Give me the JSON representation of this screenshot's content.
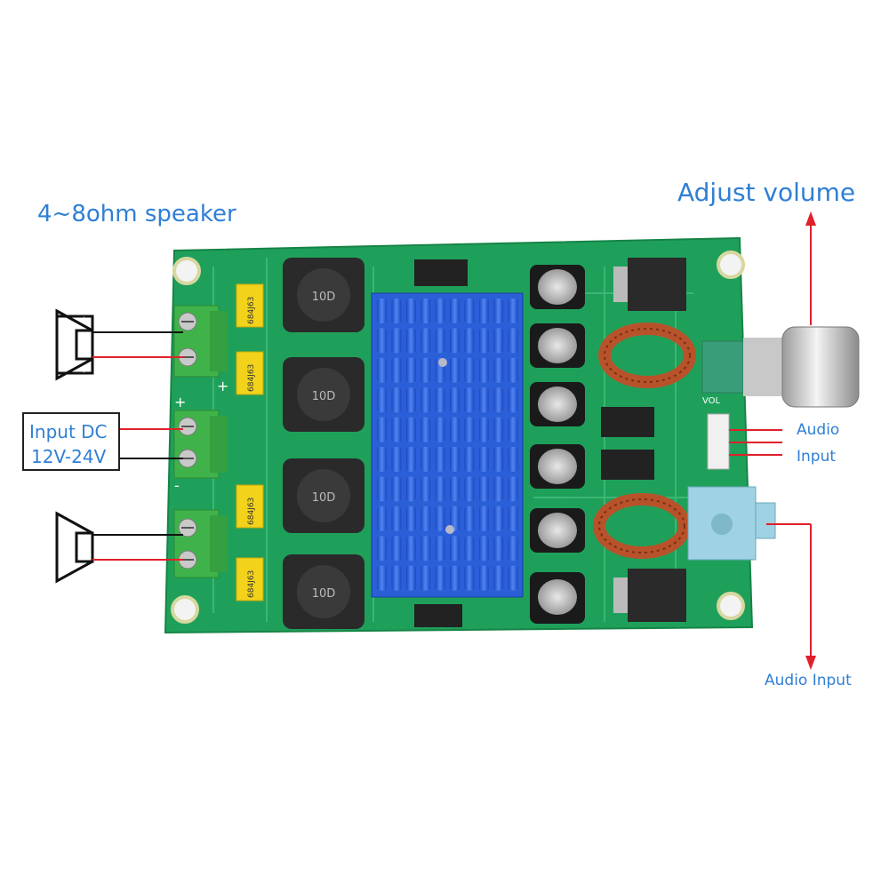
{
  "labels": {
    "speaker": "4~8ohm speaker",
    "volume": "Adjust volume",
    "audio_line1": "Audio",
    "audio_line2": "Input",
    "audio_input": "Audio Input",
    "dc_line1": "Input DC",
    "dc_line2": "12V-24V"
  },
  "board": {
    "inductor_text": "10D",
    "capacitor_text": "684J63",
    "connector_label": "VOL",
    "plus_sign": "+",
    "minus_sign": "-"
  },
  "colors": {
    "label_blue": "#2f7fd4",
    "pcb_green": "#1fa05a",
    "heatsink_blue": "#2a5fd8",
    "wire_red": "#e0202a",
    "wire_black": "#111111",
    "terminal_green": "#3fb34a",
    "cap_yellow": "#f2d21a"
  },
  "icons": [
    "speaker-icon",
    "arrow-up-icon",
    "arrow-down-icon"
  ]
}
